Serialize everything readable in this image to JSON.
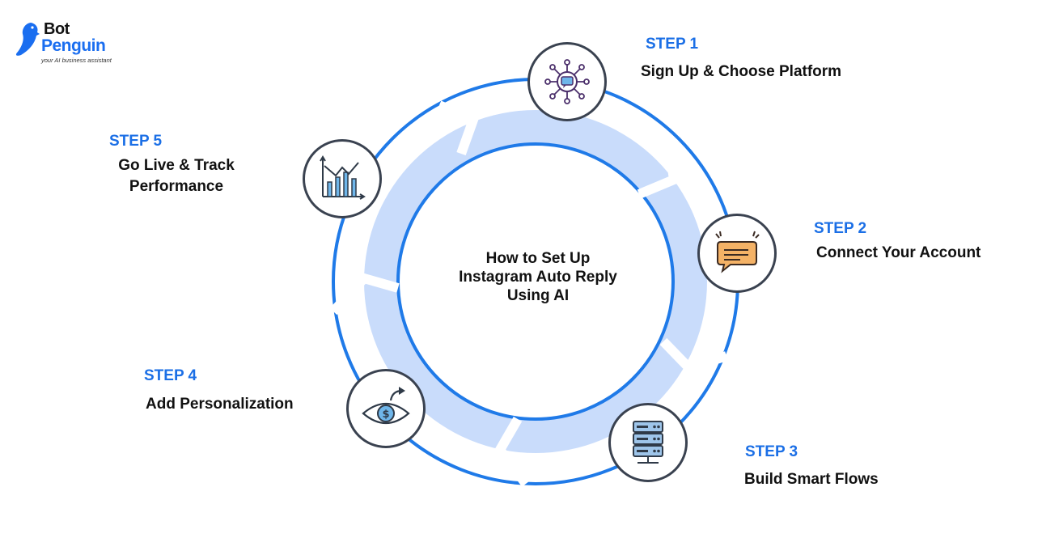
{
  "brand": {
    "name_line1": "Bot",
    "name_line2": "Penguin",
    "tagline": "your AI business assistant",
    "colors": {
      "primary": "#1b6fe6",
      "dark": "#111111"
    }
  },
  "center": {
    "title_line1": "How to Set Up",
    "title_line2": "Instagram Auto Reply",
    "title_line3": "Using AI"
  },
  "colors": {
    "ring_fill": "#c9dcfb",
    "ring_stroke": "#1f7ae8",
    "node_border": "#3a4250",
    "step_label": "#1b6fe6"
  },
  "steps": [
    {
      "label": "STEP 1",
      "text_line1": "Sign Up & Choose Platform",
      "text_line2": "",
      "icon": "network-chat-icon"
    },
    {
      "label": "STEP 2",
      "text_line1": "Connect Your Account",
      "text_line2": "",
      "icon": "chat-bubble-icon"
    },
    {
      "label": "STEP 3",
      "text_line1": "Build Smart Flows",
      "text_line2": "",
      "icon": "server-icon"
    },
    {
      "label": "STEP 4",
      "text_line1": "Add Personalization",
      "text_line2": "",
      "icon": "eye-dollar-icon"
    },
    {
      "label": "STEP 5",
      "text_line1": "Go Live & Track",
      "text_line2": "Performance",
      "icon": "growth-chart-icon"
    }
  ]
}
